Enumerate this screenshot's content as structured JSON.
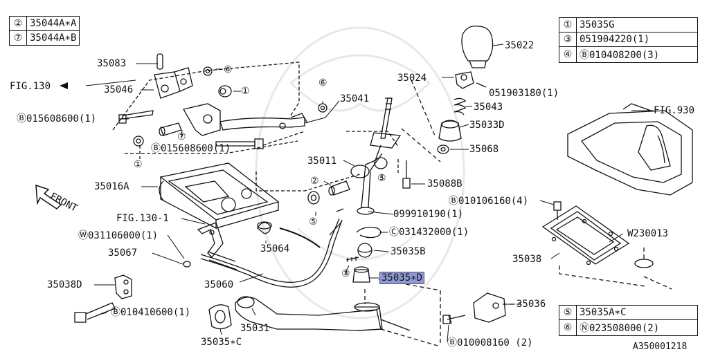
{
  "legend_left": [
    {
      "num": "②",
      "part": "35044A∗A"
    },
    {
      "num": "⑦",
      "part": "35044A∗B"
    }
  ],
  "legend_right": [
    {
      "num": "①",
      "part": "35035G"
    },
    {
      "num": "③",
      "part": "051904220(1)"
    },
    {
      "num": "④",
      "part": "Ⓑ010408200(3)"
    }
  ],
  "legend_bottom": [
    {
      "num": "⑤",
      "part": "35035A∗C"
    },
    {
      "num": "⑥",
      "part": "Ⓝ023508000(2)"
    }
  ],
  "labels": {
    "p35083": "35083",
    "fig130_top": "FIG.130",
    "p35046": "35046",
    "circ6_top": "⑥",
    "circ1_top": "①",
    "b015608600_a": "Ⓑ015608600(1)",
    "circ7": "⑦",
    "b015608600_b": "Ⓑ015608600(1)",
    "circ1_low": "①",
    "p35041": "35041",
    "circ6_mid": "⑥",
    "p35022": "35022",
    "p35024": "35024",
    "p051903180": "051903180(1)",
    "p35043": "35043",
    "p35033d": "35033D",
    "p35068": "35068",
    "fig930": "FIG.930",
    "p35011": "35011",
    "circ2": "②",
    "circ5_a": "⑤",
    "p35088b": "35088B",
    "p35016a": "35016A",
    "circ5_b": "⑤",
    "front": "FRONT",
    "b010106160": "Ⓑ010106160(4)",
    "p099910190": "099910190(1)",
    "c031432000": "Ⓒ031432000(1)",
    "fig130_1": "FIG.130-1",
    "w031106000": "Ⓦ031106000(1)",
    "p35064": "35064",
    "w230013": "W230013",
    "p35067": "35067",
    "p35035b": "35035B",
    "p35038": "35038",
    "circ3": "③",
    "p35035d": "35035∗D",
    "p35038d": "35038D",
    "p35060": "35060",
    "p35036": "35036",
    "b010410600": "Ⓑ010410600(1)",
    "p35031": "35031",
    "p35035c": "35035∗C",
    "b010008160": "Ⓑ010008160 (2)",
    "diagram_id": "A350001218"
  }
}
